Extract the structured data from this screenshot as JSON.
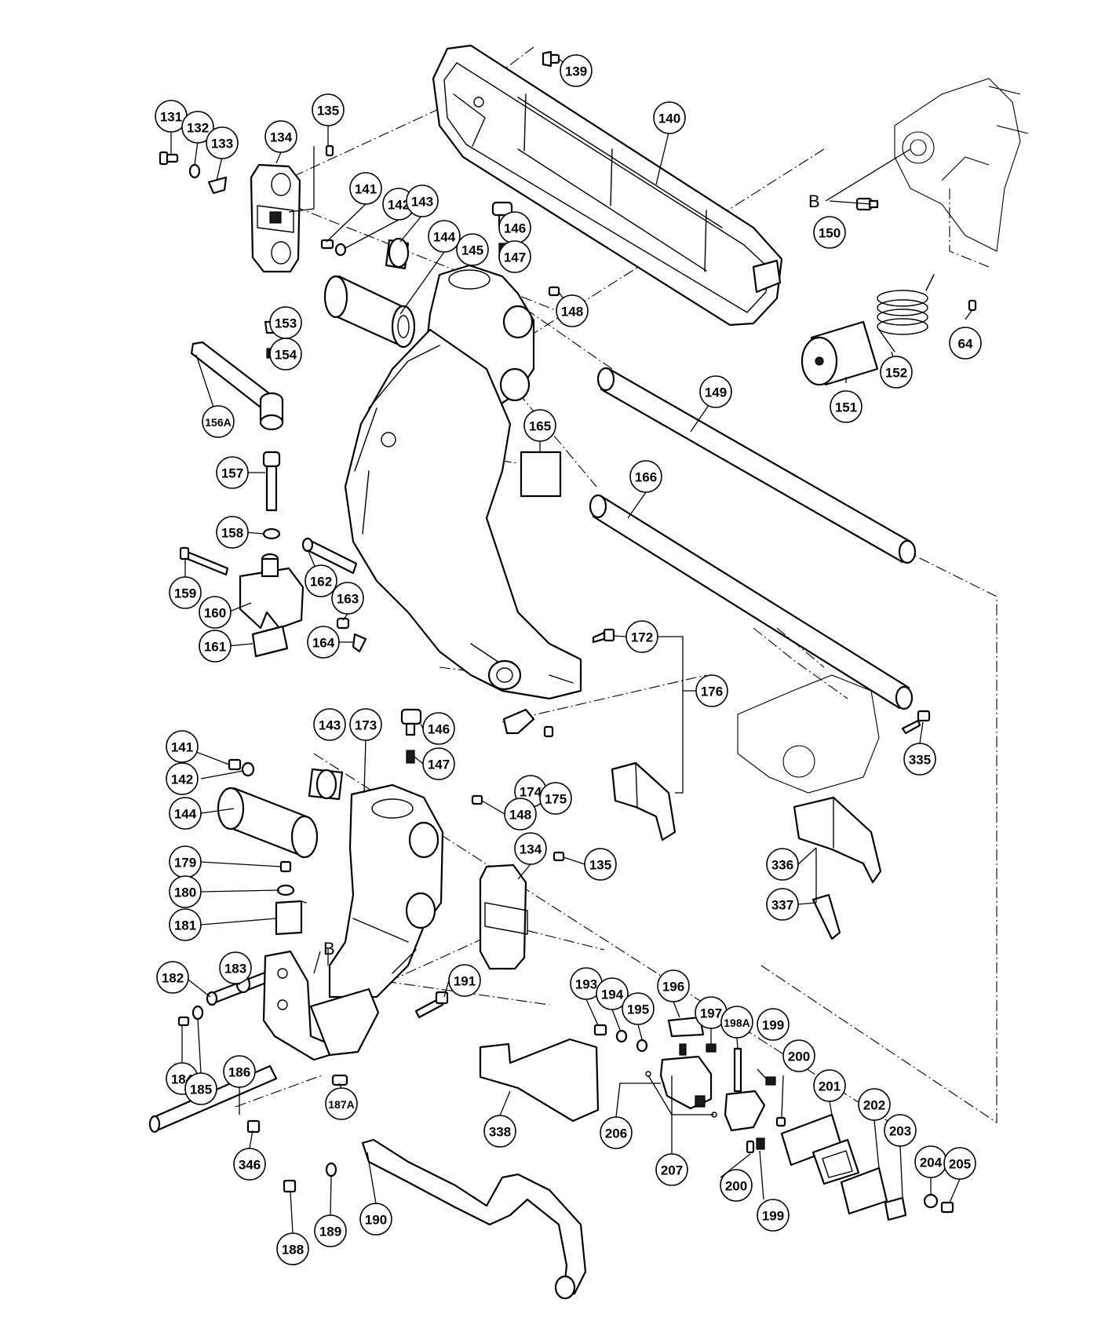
{
  "diagram": {
    "part_numbers": [
      "131",
      "132",
      "133",
      "134",
      "135",
      "139",
      "140",
      "141",
      "142",
      "143",
      "144",
      "145",
      "146",
      "147",
      "148",
      "149",
      "150",
      "151",
      "152",
      "153",
      "154",
      "156A",
      "157",
      "158",
      "159",
      "160",
      "161",
      "162",
      "163",
      "164",
      "165",
      "166",
      "172",
      "173",
      "174",
      "175",
      "176",
      "179",
      "180",
      "181",
      "182",
      "183",
      "184",
      "185",
      "186",
      "187A",
      "188",
      "189",
      "190",
      "191",
      "193",
      "194",
      "195",
      "196",
      "197",
      "198A",
      "199",
      "200",
      "201",
      "202",
      "203",
      "204",
      "205",
      "206",
      "207",
      "335",
      "336",
      "337",
      "338",
      "346",
      "64"
    ],
    "reference_letters": [
      "B",
      "B"
    ]
  }
}
